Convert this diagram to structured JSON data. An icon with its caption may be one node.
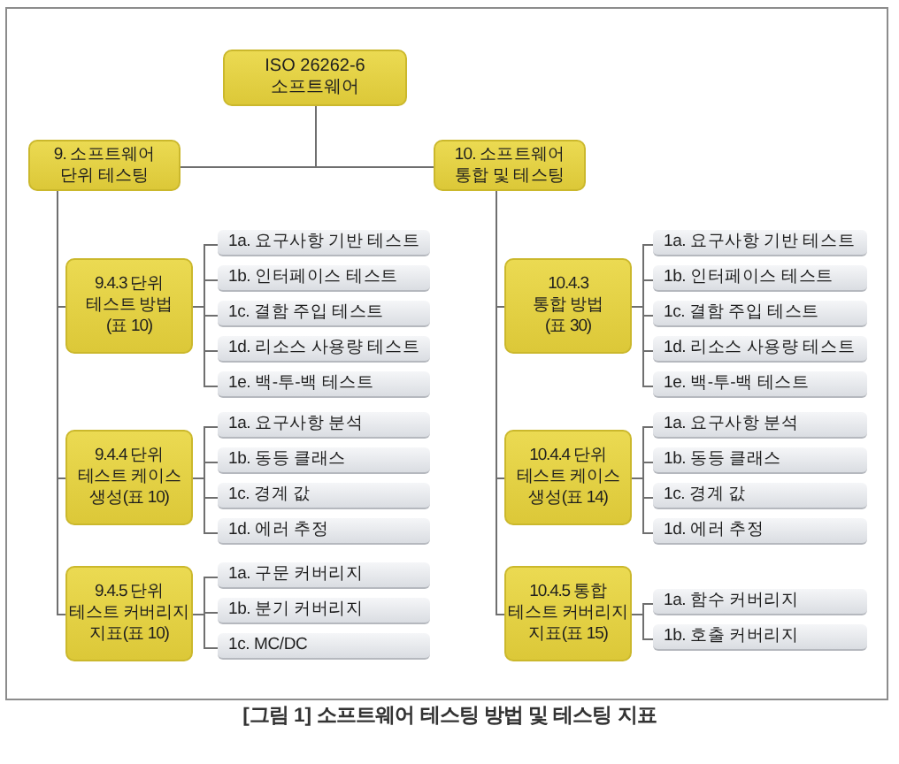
{
  "diagram": {
    "caption": "[그림 1] 소프트웨어 테스팅 방법 및 테스팅 지표",
    "nodes": [
      {
        "text": [
          "ISO 26262-6 소프트웨어"
        ]
      },
      {
        "text": [
          "9. 소프트웨어 단위 테스팅"
        ]
      },
      {
        "text": [
          "9.4.3 단위 테스트 방법 (표 10)"
        ]
      },
      {
        "text": [
          "1a. 요구사항 기반 테스트"
        ]
      },
      {
        "text": [
          "1b. 인터페이스 테스트"
        ]
      },
      {
        "text": [
          "1c. 결함 주입 테스트"
        ]
      },
      {
        "text": [
          "1d. 리소스 사용량 테스트"
        ]
      },
      {
        "text": [
          "1e. 백-투-백 테스트"
        ]
      },
      {
        "text": [
          "9.4.4 단위 테스트 케이스 생성(표 10)"
        ]
      },
      {
        "text": [
          "1a. 요구사항 분석"
        ]
      },
      {
        "text": [
          "1b. 동등 클래스"
        ]
      },
      {
        "text": [
          "1c. 경계 값"
        ]
      },
      {
        "text": [
          "1d. 에러 추정"
        ]
      },
      {
        "text": [
          "9.4.5 단위 테스트 커버리지 지표(표 10)"
        ]
      },
      {
        "text": [
          "1a. 구문 커버리지"
        ]
      },
      {
        "text": [
          "1b. 분기 커버리지"
        ]
      },
      {
        "text": [
          "1c. MC/DC"
        ]
      },
      {
        "text": [
          "10. 소프트웨어 통합 및 테스팅"
        ]
      },
      {
        "text": [
          "10.4.3 통합 방법 (표 30)"
        ]
      },
      {
        "text": [
          "1a. 요구사항 기반 테스트"
        ]
      },
      {
        "text": [
          "1b. 인터페이스 테스트"
        ]
      },
      {
        "text": [
          "1c. 결함 주입 테스트"
        ]
      },
      {
        "text": [
          "1d. 리소스 사용량 테스트"
        ]
      },
      {
        "text": [
          "1e. 백-투-백 테스트"
        ]
      },
      {
        "text": [
          "10.4.4 단위 테스트 케이스 생성(표 14)"
        ]
      },
      {
        "text": [
          "1a. 요구사항 분석"
        ]
      },
      {
        "text": [
          "1b. 동등 클래스"
        ]
      },
      {
        "text": [
          "1c. 경계 값"
        ]
      },
      {
        "text": [
          "1d. 에러 추정"
        ]
      },
      {
        "text": [
          "10.4.5 통합 테스트 커버리지 지표(표 15)"
        ]
      },
      {
        "text": [
          "1a. 함수 커버리지"
        ]
      },
      {
        "text": [
          "1b. 호출 커버리지"
        ]
      }
    ],
    "edges": [
      {
        "from": 0,
        "to": 1,
        "arrow": "none"
      },
      {
        "from": 0,
        "to": 17,
        "arrow": "none"
      },
      {
        "from": 1,
        "to": 2,
        "arrow": "none"
      },
      {
        "from": 1,
        "to": 8,
        "arrow": "none"
      },
      {
        "from": 1,
        "to": 13,
        "arrow": "none"
      },
      {
        "from": 2,
        "to": 3,
        "arrow": "none"
      },
      {
        "from": 2,
        "to": 4,
        "arrow": "none"
      },
      {
        "from": 2,
        "to": 5,
        "arrow": "none"
      },
      {
        "from": 2,
        "to": 6,
        "arrow": "none"
      },
      {
        "from": 2,
        "to": 7,
        "arrow": "none"
      },
      {
        "from": 8,
        "to": 9,
        "arrow": "none"
      },
      {
        "from": 8,
        "to": 10,
        "arrow": "none"
      },
      {
        "from": 8,
        "to": 11,
        "arrow": "none"
      },
      {
        "from": 8,
        "to": 12,
        "arrow": "none"
      },
      {
        "from": 13,
        "to": 14,
        "arrow": "none"
      },
      {
        "from": 13,
        "to": 15,
        "arrow": "none"
      },
      {
        "from": 13,
        "to": 16,
        "arrow": "none"
      },
      {
        "from": 17,
        "to": 18,
        "arrow": "none"
      },
      {
        "from": 17,
        "to": 24,
        "arrow": "none"
      },
      {
        "from": 17,
        "to": 29,
        "arrow": "none"
      },
      {
        "from": 18,
        "to": 19,
        "arrow": "none"
      },
      {
        "from": 18,
        "to": 20,
        "arrow": "none"
      },
      {
        "from": 18,
        "to": 21,
        "arrow": "none"
      },
      {
        "from": 18,
        "to": 22,
        "arrow": "none"
      },
      {
        "from": 18,
        "to": 23,
        "arrow": "none"
      },
      {
        "from": 24,
        "to": 25,
        "arrow": "none"
      },
      {
        "from": 24,
        "to": 26,
        "arrow": "none"
      },
      {
        "from": 24,
        "to": 27,
        "arrow": "none"
      },
      {
        "from": 24,
        "to": 28,
        "arrow": "none"
      },
      {
        "from": 29,
        "to": 30,
        "arrow": "none"
      },
      {
        "from": 29,
        "to": 31,
        "arrow": "none"
      }
    ]
  }
}
